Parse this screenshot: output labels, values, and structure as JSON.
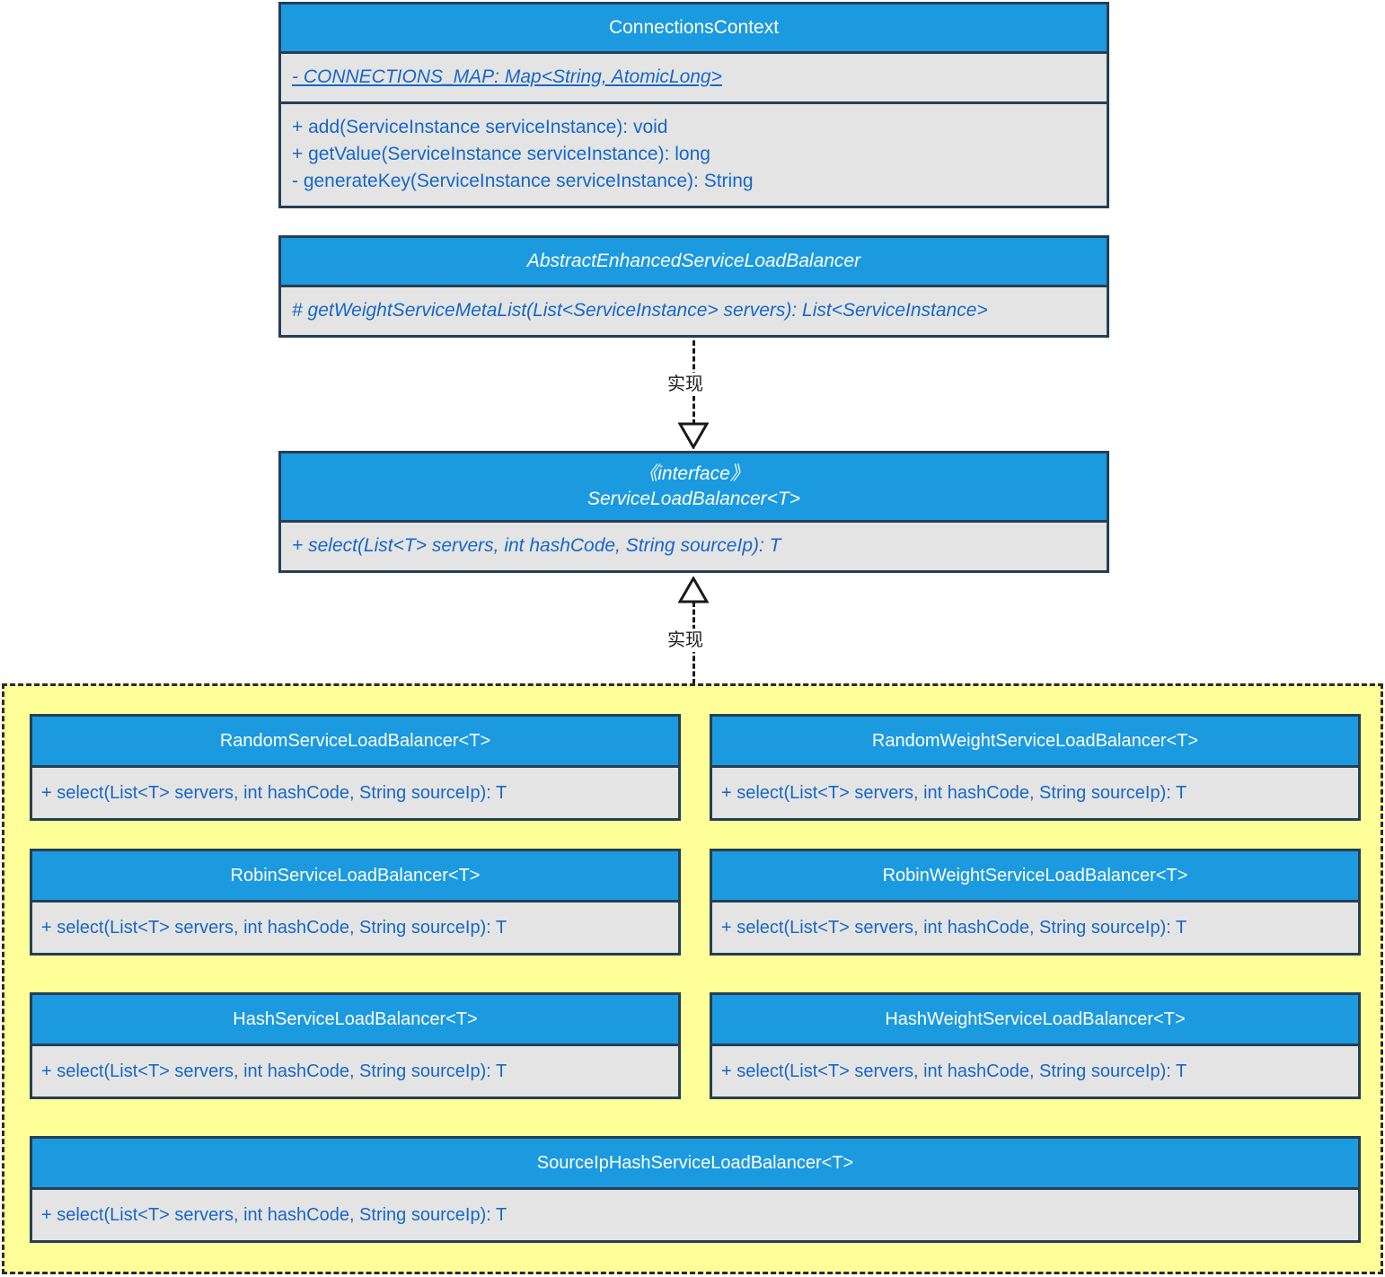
{
  "diagram": {
    "title": "ServiceLoadBalancer UML class diagram",
    "colors": {
      "header_fill": "#1b9ae0",
      "body_fill": "#e4e4e4",
      "border": "#253f55",
      "member_text": "#1668c8",
      "header_text": "#ffffff",
      "group_fill": "#ffff99",
      "group_border": "#2b2b2b"
    }
  },
  "classes": {
    "connections_context": {
      "name": "ConnectionsContext",
      "attributes": [
        "- CONNECTIONS_MAP: Map<String, AtomicLong>"
      ],
      "methods": [
        "+ add(ServiceInstance serviceInstance): void",
        "+ getValue(ServiceInstance serviceInstance): long",
        "- generateKey(ServiceInstance serviceInstance): String"
      ]
    },
    "abstract_balancer": {
      "name": "AbstractEnhancedServiceLoadBalancer",
      "methods": [
        "# getWeightServiceMetaList(List<ServiceInstance> servers): List<ServiceInstance>"
      ]
    },
    "interface_balancer": {
      "stereotype": "《interface》",
      "name": "ServiceLoadBalancer<T>",
      "methods": [
        "+ select(List<T> servers, int hashCode, String sourceIp): T"
      ]
    }
  },
  "relationships": [
    {
      "label": "实现",
      "from": "AbstractEnhancedServiceLoadBalancer",
      "to": "ServiceLoadBalancer<T>",
      "kind": "realization"
    },
    {
      "label": "实现",
      "from": "implementations",
      "to": "ServiceLoadBalancer<T>",
      "kind": "realization"
    }
  ],
  "implementations": {
    "method_signature": "+ select(List<T> servers, int hashCode, String sourceIp): T",
    "boxes": [
      {
        "name": "RandomServiceLoadBalancer<T>",
        "method": "+ select(List<T> servers, int hashCode, String sourceIp): T"
      },
      {
        "name": "RandomWeightServiceLoadBalancer<T>",
        "method": "+ select(List<T> servers, int hashCode, String sourceIp): T"
      },
      {
        "name": "RobinServiceLoadBalancer<T>",
        "method": "+ select(List<T> servers, int hashCode, String sourceIp): T"
      },
      {
        "name": "RobinWeightServiceLoadBalancer<T>",
        "method": "+ select(List<T> servers, int hashCode, String sourceIp): T"
      },
      {
        "name": "HashServiceLoadBalancer<T>",
        "method": "+ select(List<T> servers, int hashCode, String sourceIp): T"
      },
      {
        "name": "HashWeightServiceLoadBalancer<T>",
        "method": "+ select(List<T> servers, int hashCode, String sourceIp): T"
      },
      {
        "name": "SourceIpHashServiceLoadBalancer<T>",
        "method": "+ select(List<T> servers, int hashCode, String sourceIp): T"
      }
    ]
  }
}
